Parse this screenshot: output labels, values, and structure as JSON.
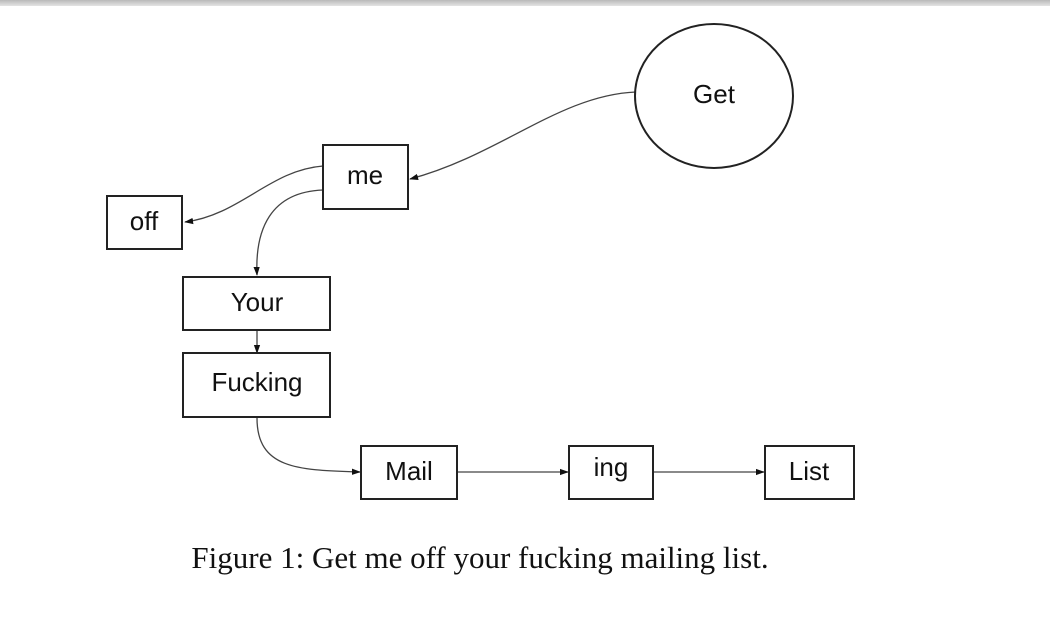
{
  "diagram": {
    "nodes": {
      "get": "Get",
      "me": "me",
      "off": "off",
      "your": "Your",
      "fucking": "Fucking",
      "mail": "Mail",
      "ing": "ing",
      "list": "List"
    },
    "edges": [
      {
        "from": "Get",
        "to": "me"
      },
      {
        "from": "me",
        "to": "off"
      },
      {
        "from": "me",
        "to": "Your"
      },
      {
        "from": "Your",
        "to": "Fucking"
      },
      {
        "from": "Fucking",
        "to": "Mail"
      },
      {
        "from": "Mail",
        "to": "ing"
      },
      {
        "from": "ing",
        "to": "List"
      }
    ],
    "caption": "Figure 1: Get me off your fucking mailing list."
  }
}
